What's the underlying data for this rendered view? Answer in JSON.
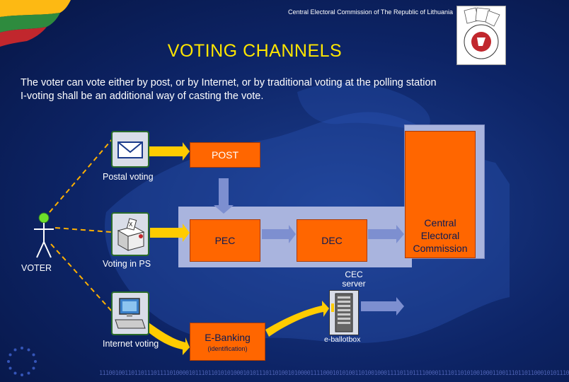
{
  "header": {
    "organization": "Central Electoral Commission of The Republic of Lithuania"
  },
  "slide": {
    "title": "VOTING CHANNELS",
    "intro_line1": "The voter can vote either by post, or by Internet, or by traditional voting at the polling station",
    "intro_line2": "I-voting shall be an additional way of casting the vote."
  },
  "diagram": {
    "voter_label": "VOTER",
    "postal_label": "Postal voting",
    "ps_label": "Voting in PS",
    "internet_label": "Internet voting",
    "post_box": "POST",
    "pec_box": "PEC",
    "dec_box": "DEC",
    "cec_line1": "Central",
    "cec_line2": "Electoral",
    "cec_line3": "Commission",
    "cec_server_line1": "CEC",
    "cec_server_line2": "server",
    "ebanking_label": "E-Banking",
    "ebanking_sub": "(identification)",
    "eballotbox_label": "e-ballotbox"
  },
  "footer": {
    "binary": "111001001101101110111101000010111011010101000101011101101001010000111100010101001101001000111101101111000011110110101001000110011101101100010101110"
  },
  "colors": {
    "title": "#ffe600",
    "box_orange": "#ff6600",
    "arrow_yellow": "#ffcc00",
    "arrow_blue": "#7d8fd0",
    "dash_orange": "#ffb000"
  },
  "icons": [
    "lithuania-flag",
    "cec-seal",
    "envelope-icon",
    "ballot-box-icon",
    "computer-icon",
    "server-icon",
    "stick-figure-icon",
    "eu-stars-icon"
  ]
}
